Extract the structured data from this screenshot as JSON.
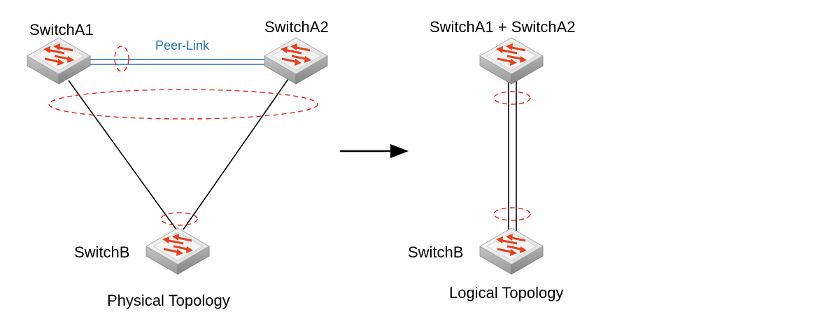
{
  "physical": {
    "switch_a1": "SwitchA1",
    "switch_a2": "SwitchA2",
    "switch_b": "SwitchB",
    "peer_link": "Peer-Link",
    "caption": "Physical Topology"
  },
  "logical": {
    "switch_a_combined": "SwitchA1 + SwitchA2",
    "switch_b": "SwitchB",
    "caption": "Logical Topology"
  },
  "colors": {
    "peer_link": "#1f6fb5",
    "link": "#000000",
    "lag_ellipse": "#e02020",
    "arrow": "#e8401c"
  },
  "icons": [
    "switch-icon",
    "right-arrow-icon"
  ]
}
